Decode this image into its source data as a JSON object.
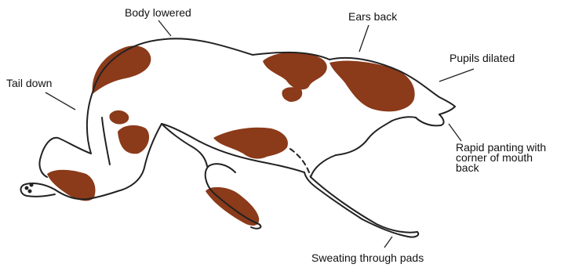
{
  "labels": {
    "body_lowered": "Body lowered",
    "ears_back": "Ears back",
    "pupils_dilated": "Pupils dilated",
    "tail_down": "Tail down",
    "panting": [
      "Rapid panting with",
      "corner of mouth",
      "back"
    ],
    "sweating": "Sweating through pads"
  },
  "colors": {
    "outline": "#222222",
    "patch": "#8b3a1a",
    "patch_light": "#a4522a",
    "label_text": "#111111"
  }
}
